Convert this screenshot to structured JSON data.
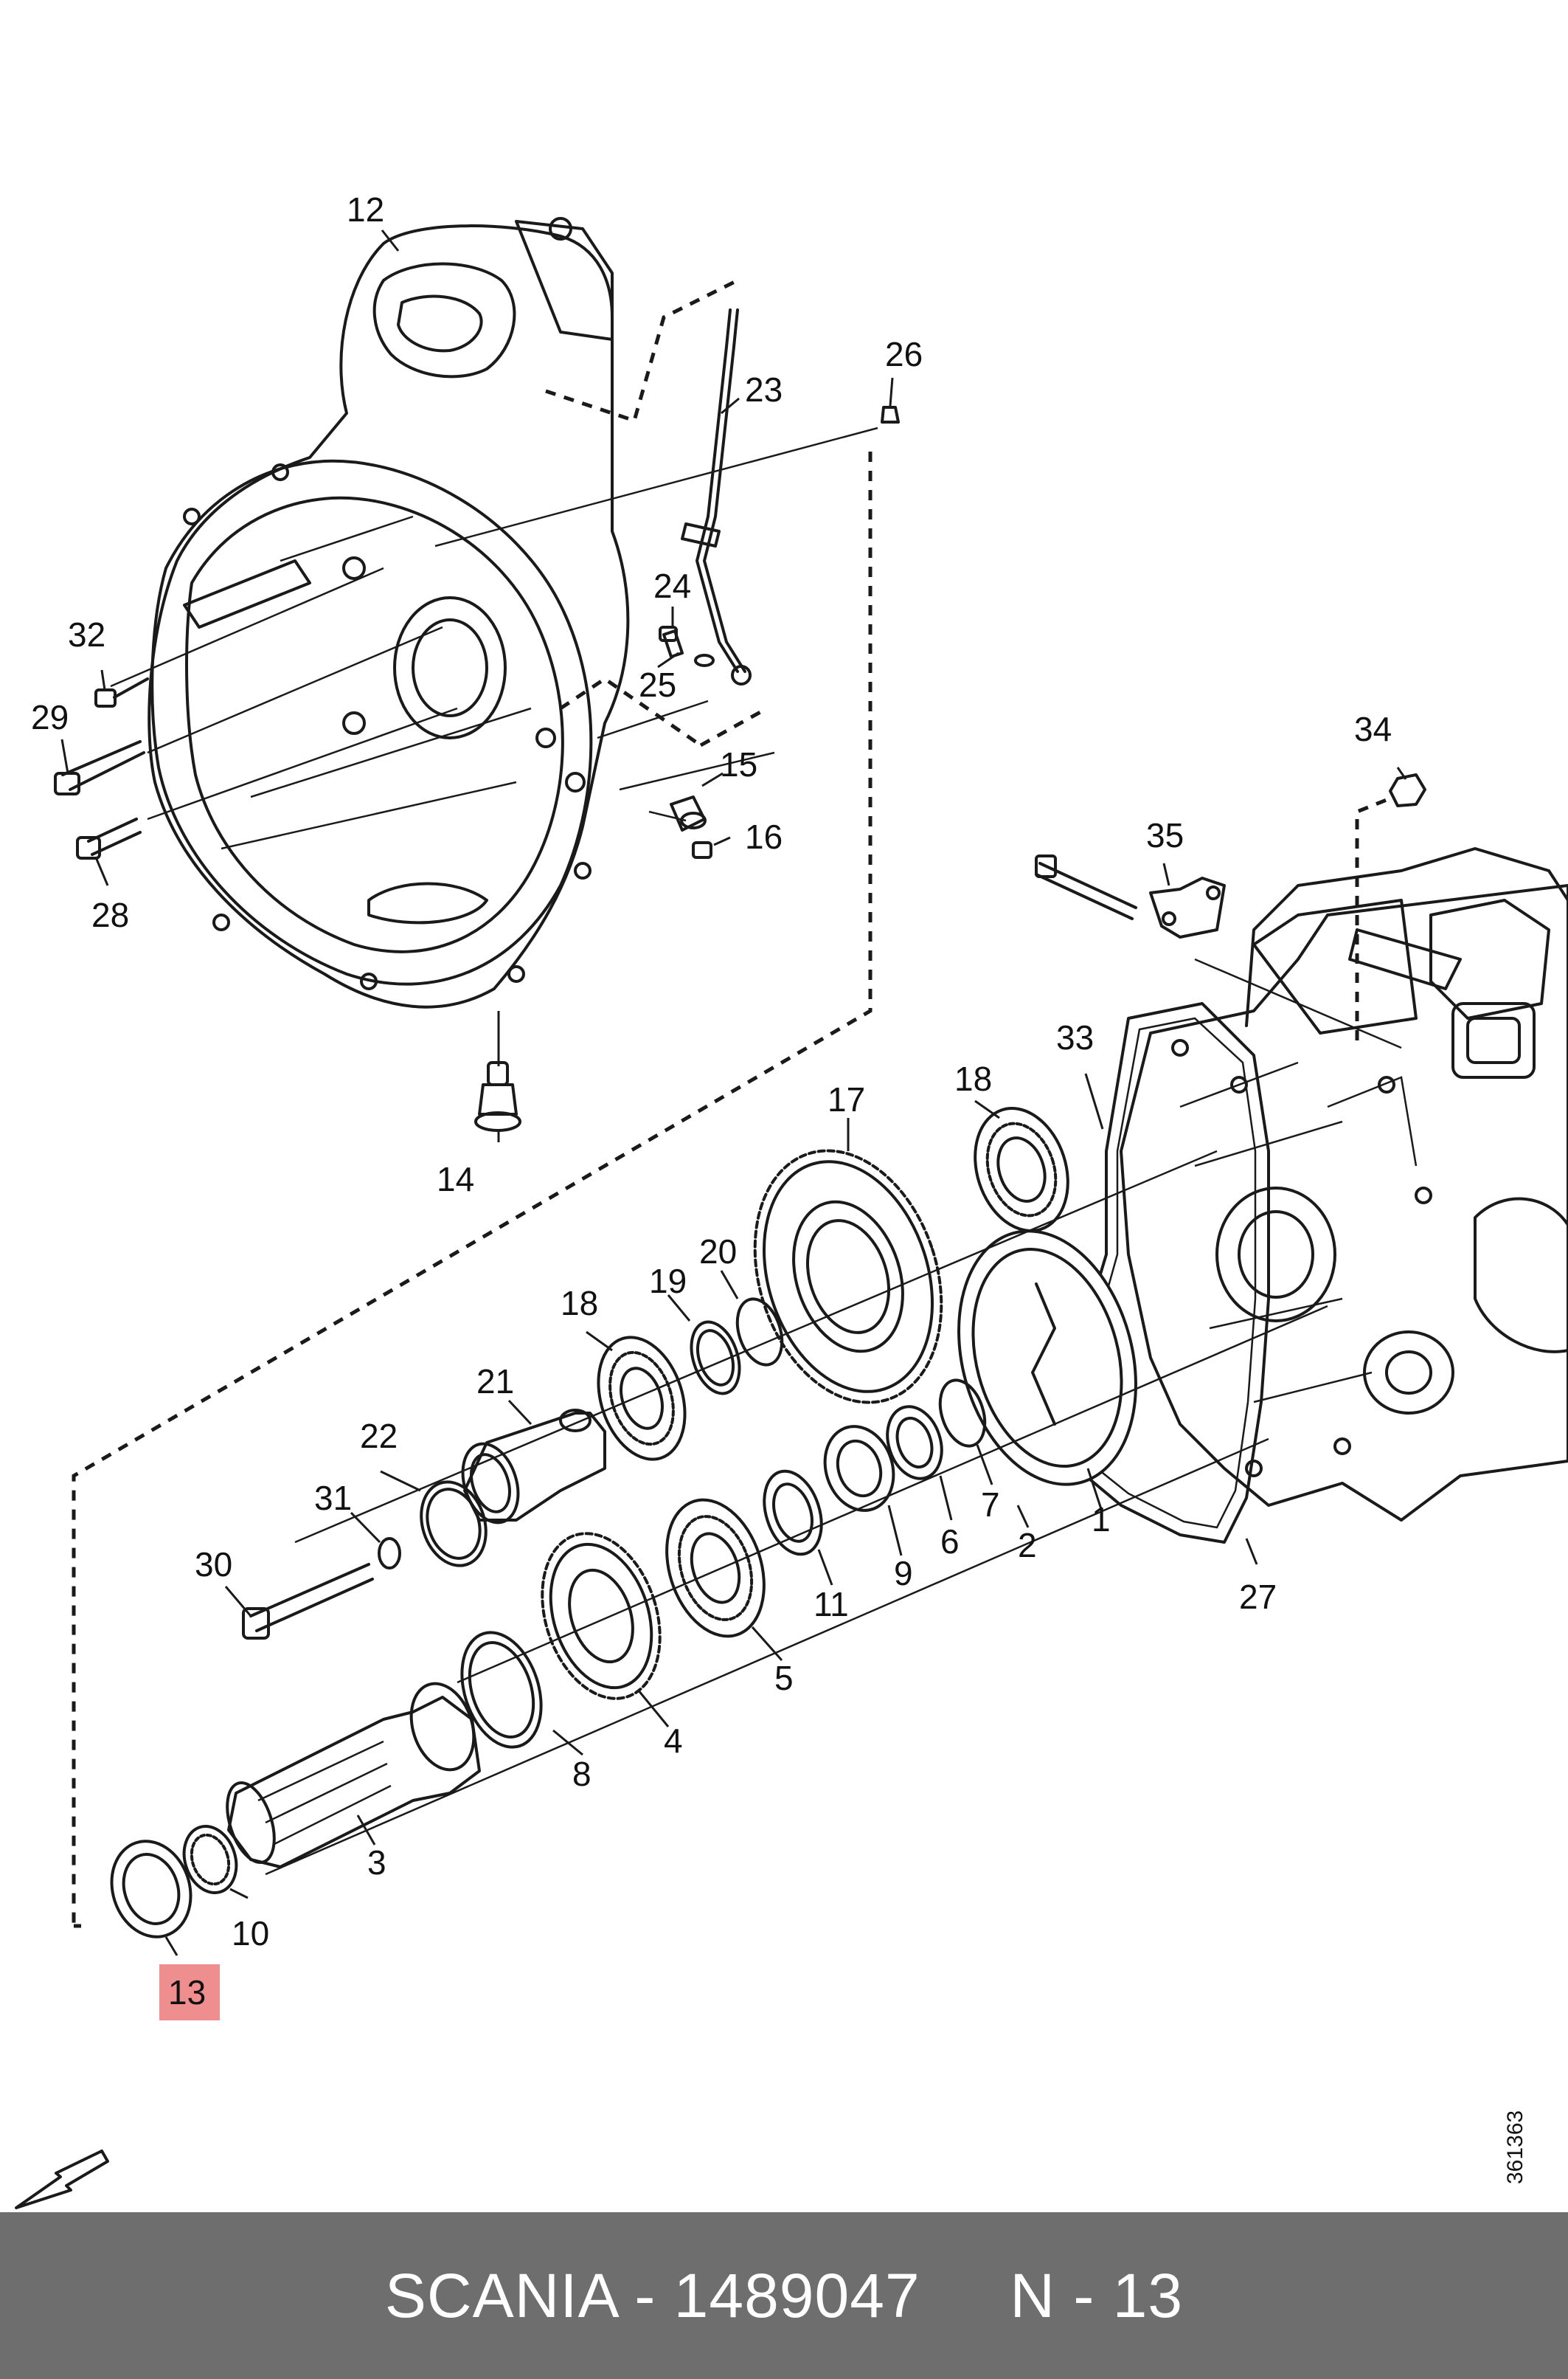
{
  "diagram": {
    "highlight_color": "#ef8e8e",
    "highlighted_label": "13",
    "document_number": "361363",
    "labels": [
      "1",
      "2",
      "3",
      "4",
      "5",
      "6",
      "7",
      "8",
      "9",
      "10",
      "11",
      "12",
      "13",
      "14",
      "15",
      "16",
      "17",
      "18",
      "18",
      "19",
      "20",
      "21",
      "22",
      "23",
      "24",
      "25",
      "26",
      "27",
      "28",
      "29",
      "30",
      "31",
      "32",
      "33",
      "34",
      "35"
    ]
  },
  "footer": {
    "text": "SCANIA - 1489047     N - 13",
    "background_color": "#6e6e6e",
    "text_color": "#ffffff"
  }
}
